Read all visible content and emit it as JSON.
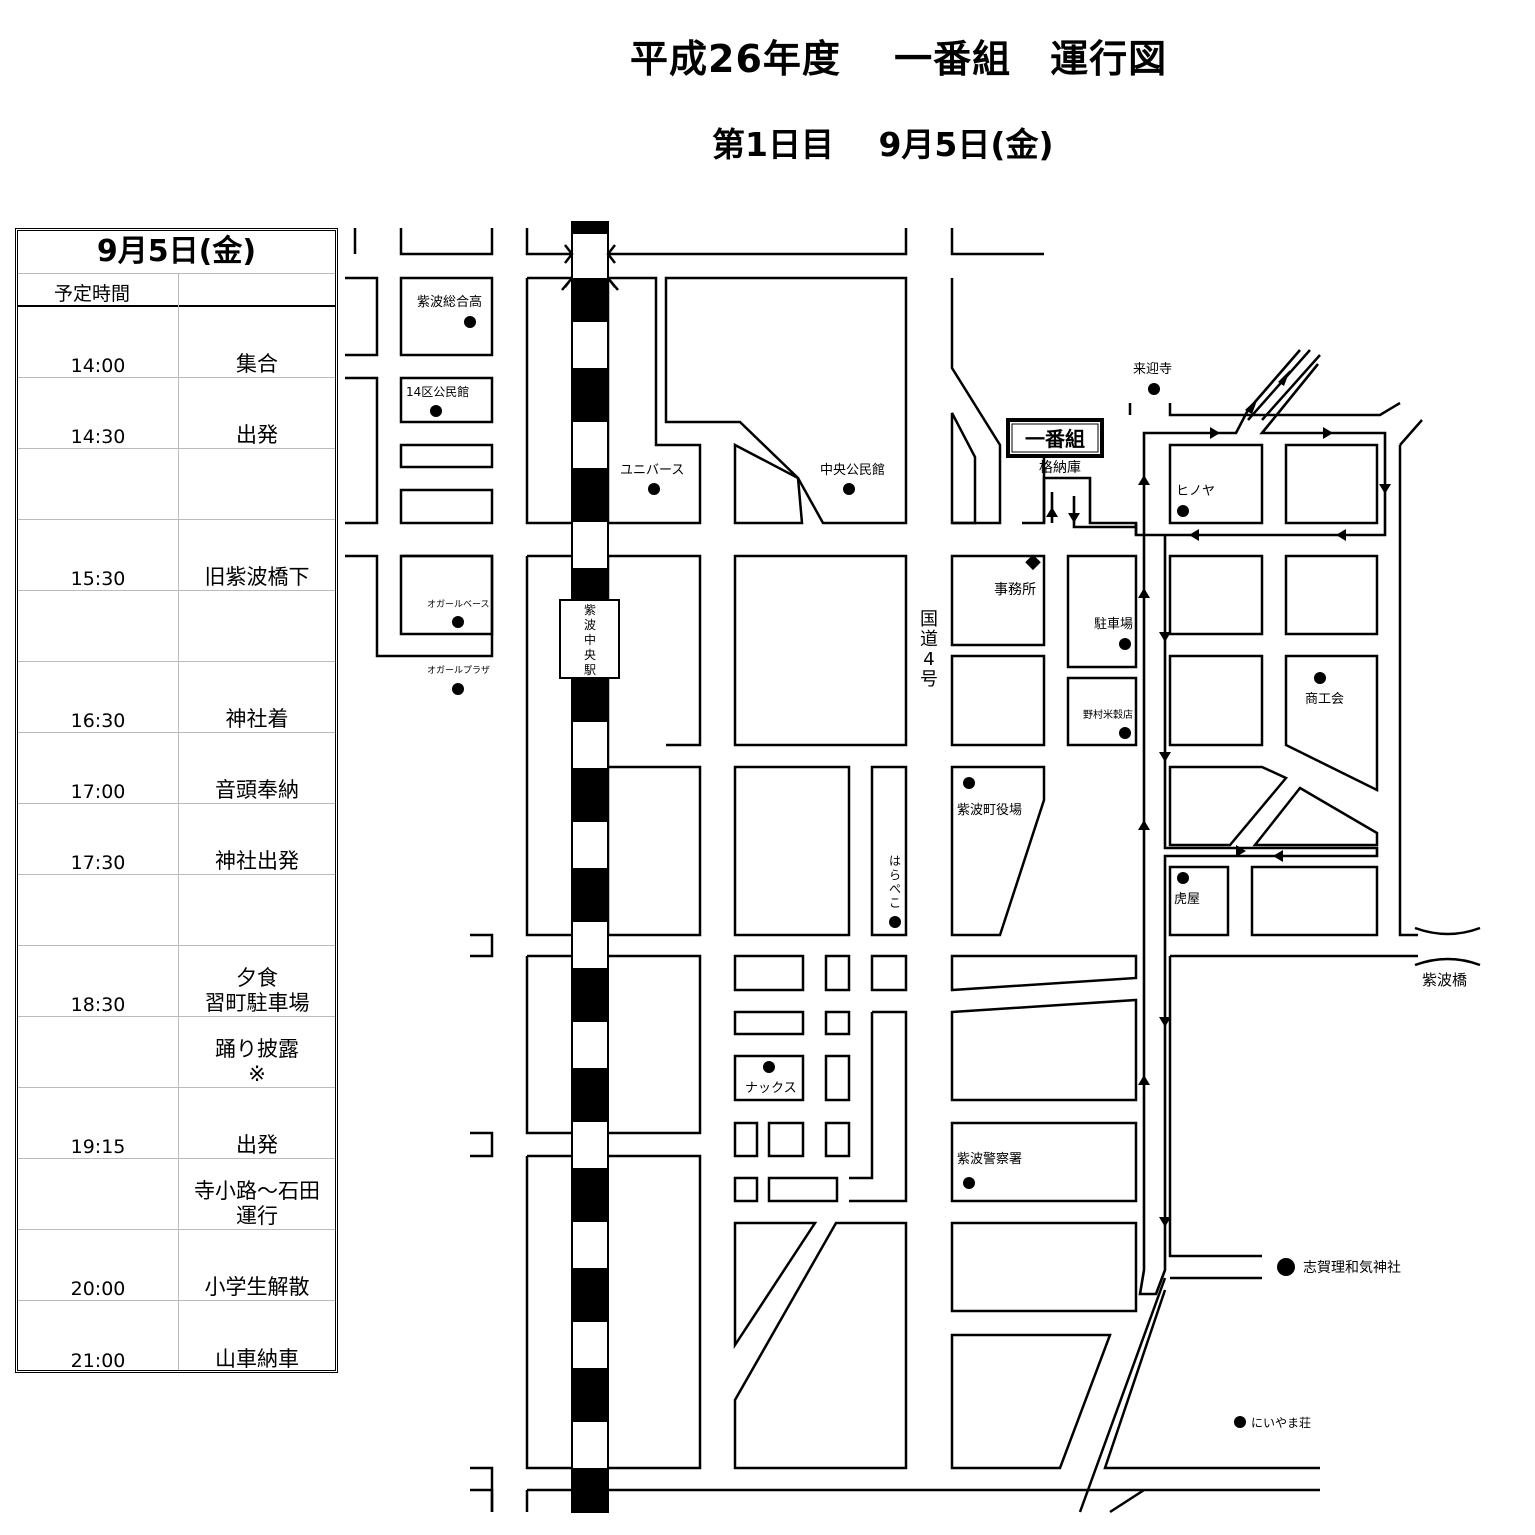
{
  "header": {
    "title": "平成26年度　 一番組　運行図",
    "subtitle": "第1日目　 9月5日(金)"
  },
  "schedule": {
    "date": "9月5日(金)",
    "column_header": "予定時間",
    "rows": [
      {
        "time": "14:00",
        "event": "集合"
      },
      {
        "time": "14:30",
        "event": "出発"
      },
      {
        "time": "",
        "event": ""
      },
      {
        "time": "15:30",
        "event": "旧紫波橋下"
      },
      {
        "time": "",
        "event": ""
      },
      {
        "time": "16:30",
        "event": "神社着"
      },
      {
        "time": "17:00",
        "event": "音頭奉納"
      },
      {
        "time": "17:30",
        "event": "神社出発"
      },
      {
        "time": "",
        "event": ""
      },
      {
        "time": "18:30",
        "event": "夕食\n習町駐車場"
      },
      {
        "time": "",
        "event": "踊り披露\n※"
      },
      {
        "time": "19:15",
        "event": "出発"
      },
      {
        "time": "",
        "event": "寺小路～石田\n運行"
      },
      {
        "time": "20:00",
        "event": "小学生解散"
      },
      {
        "time": "21:00",
        "event": "山車納車"
      }
    ]
  },
  "map": {
    "station": "紫波中央駅",
    "route_label": "国道4号",
    "storage_box": "一番組",
    "storage_label": "格納庫",
    "office": "事務所",
    "bridge": "紫波橋",
    "places": {
      "sogo": "紫波総合高",
      "kominkan14": "14区公民館",
      "universe": "ユニバース",
      "chuo": "中央公民館",
      "raigoji": "来迎寺",
      "hinoya": "ヒノヤ",
      "ogal_base": "オガールベース",
      "ogal_plaza": "オガールプラザ",
      "parking": "駐車場",
      "nomura": "野村米穀店",
      "shokokai": "商工会",
      "yakuba": "紫波町役場",
      "harapeko": "はらぺこ",
      "toraya": "虎屋",
      "nax": "ナックス",
      "police": "紫波警察署",
      "shrine": "志賀理和気神社",
      "niiyama": "にいやま荘"
    }
  }
}
